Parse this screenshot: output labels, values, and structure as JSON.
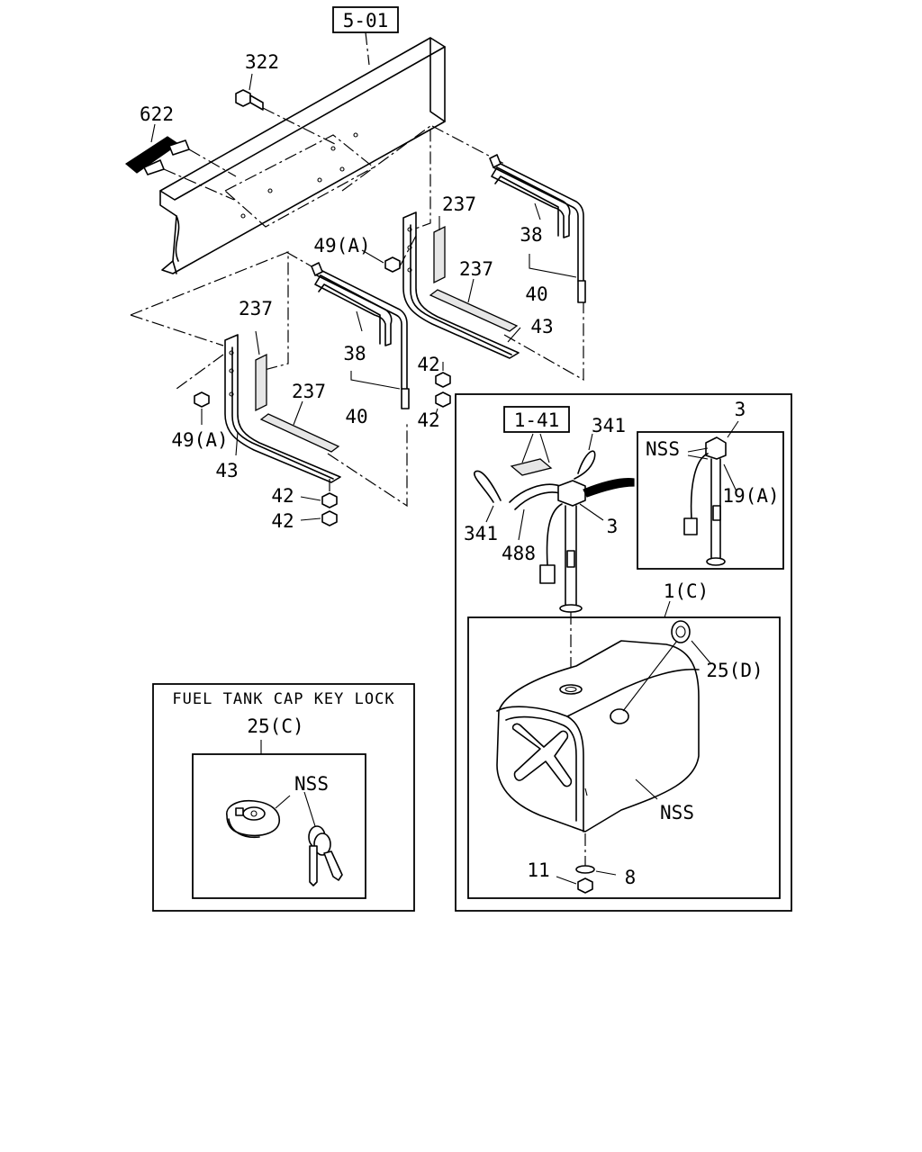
{
  "callouts": {
    "ref_frame": "5-01",
    "ref_harness": "1-41",
    "bolt_322": "322",
    "plate_622": "622",
    "pad_237_a": "237",
    "pad_237_b": "237",
    "pad_237_c": "237",
    "pad_237_d": "237",
    "nut_49a_right": "49(A)",
    "nut_49a_left": "49(A)",
    "strap_38_right": "38",
    "strap_38_left": "38",
    "strap_40_right": "40",
    "strap_40_left": "40",
    "bracket_43_right": "43",
    "bracket_43_left": "43",
    "nut_42_a": "42",
    "nut_42_b": "42",
    "nut_42_c": "42",
    "nut_42_d": "42",
    "tie_341_top": "341",
    "tie_341_left": "341",
    "hose_488": "488",
    "unit_3_main": "3",
    "unit_3_detail": "3",
    "nss_detail": "NSS",
    "clip_19a": "19(A)",
    "tank_1c": "1(C)",
    "cap_25d": "25(D)",
    "tank_nss": "NSS",
    "plug_11": "11",
    "washer_8": "8"
  },
  "key_lock_panel": {
    "title": "FUEL TANK CAP KEY LOCK",
    "cap_label": "25(C)",
    "keys_label": "NSS"
  }
}
